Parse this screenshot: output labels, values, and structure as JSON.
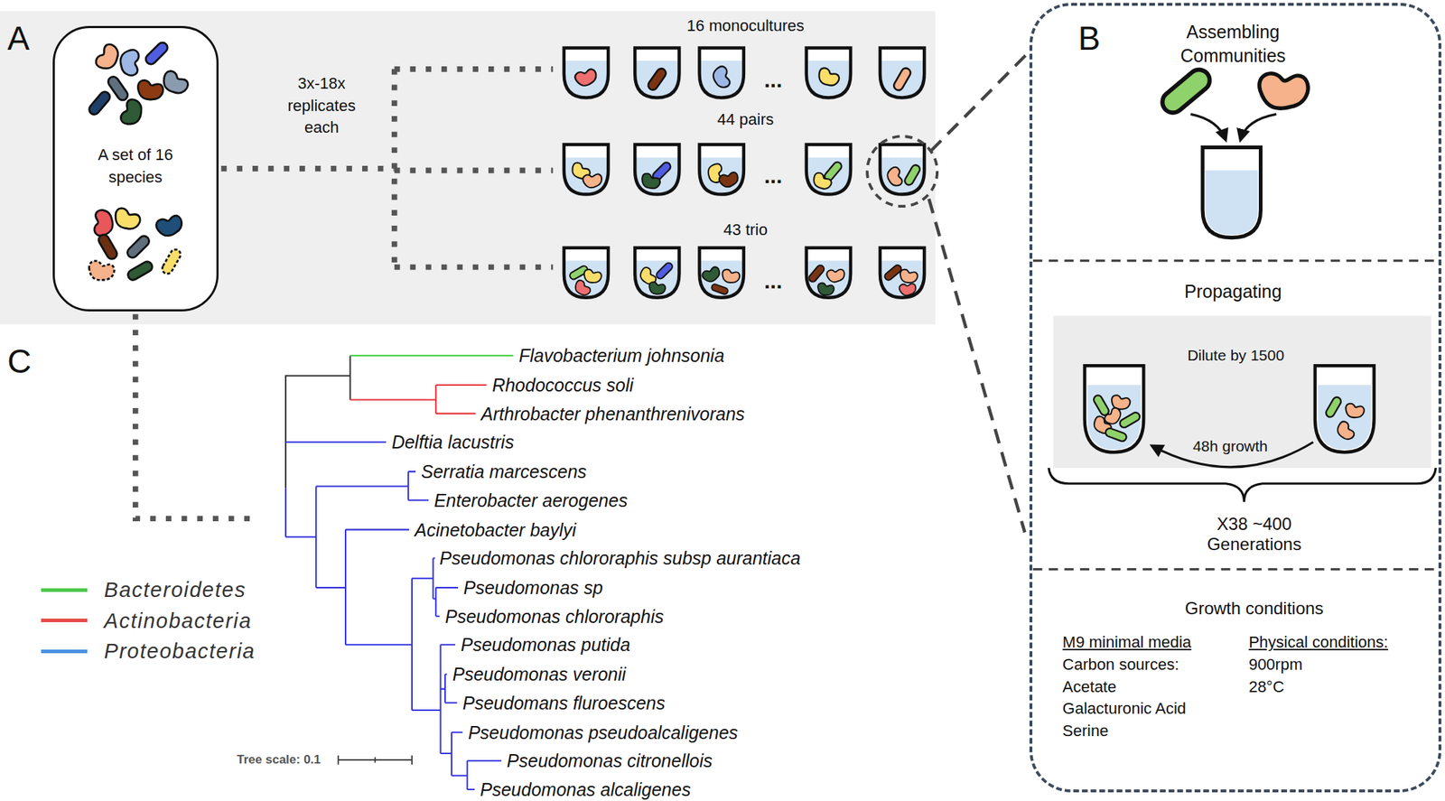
{
  "diagram": {
    "nodes": [
      {
        "text": [
          "A",
          "3x-18x replicates each",
          "16 monocultures",
          "44 pairs",
          "43 trio"
        ]
      },
      {
        "text": [
          "A set of 16 species"
        ],
        "in": 0
      },
      {
        "text": [
          "B",
          "Assembling Communities",
          "Propagating",
          "X38 ~400 Generations",
          "Growth conditions",
          "M9 minimal media",
          "Carbon sources:",
          "Acetate",
          "Galacturonic Acid",
          "Serine",
          "Physical conditions:",
          "900rpm",
          "28°C"
        ]
      },
      {
        "text": [
          "Dilute by 1500",
          "48h growth"
        ],
        "in": 2
      }
    ],
    "labels": [
      "...",
      "...",
      "...",
      "C",
      "Flavobacterium johnsonia",
      "Rhodococcus soli",
      "Arthrobacter phenanthrenivorans",
      "Delftia lacustris",
      "Serratia marcescens",
      "Enterobacter aerogenes",
      "Acinetobacter baylyi",
      "Pseudomonas chlororaphis subsp aurantiaca",
      "Pseudomonas sp",
      "Pseudomonas chlororaphis",
      "Pseudomonas putida",
      "Pseudomonas veronii",
      "Pseudomans fluroescens",
      "Pseudomonas pseudoalcaligenes",
      "Pseudomonas citronellois",
      "Pseudomonas alcaligenes",
      "Tree scale: 0.1"
    ],
    "legend": [
      {
        "text": "Bacteroidetes",
        "color": "#4cc84c"
      },
      {
        "text": "Actinobacteria",
        "color": "#e84a4a"
      },
      {
        "text": "Proteobacteria",
        "color": "#4a90e2"
      }
    ]
  }
}
